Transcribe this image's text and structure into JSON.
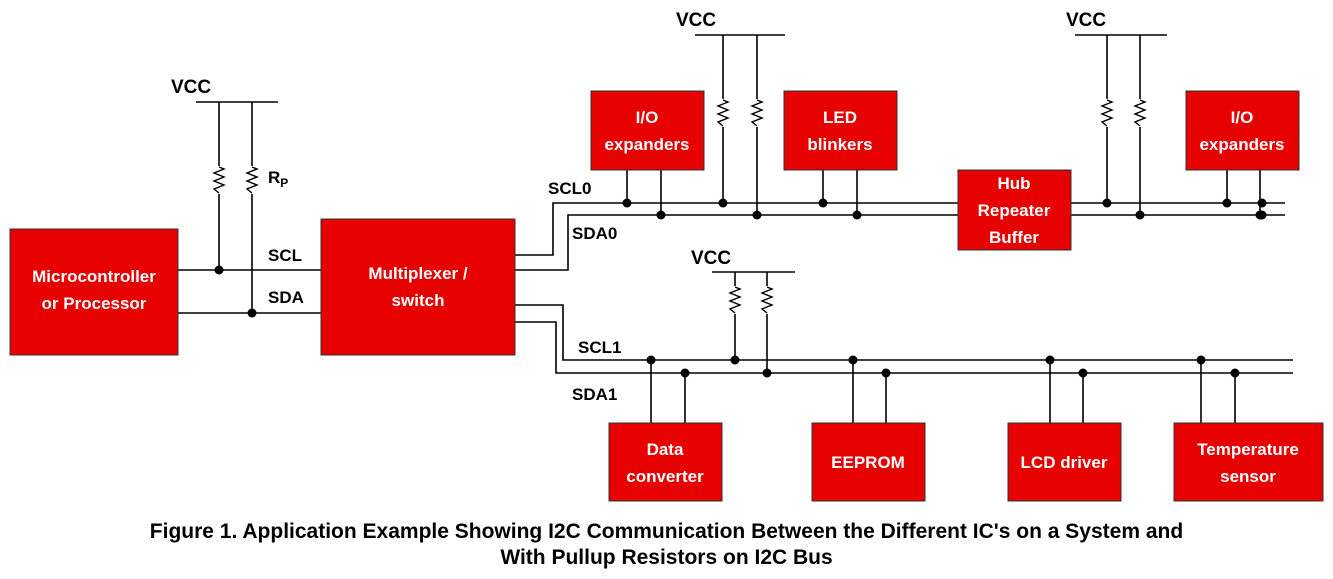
{
  "colors": {
    "block_fill": "#e60000",
    "wire": "#000000",
    "text_on_block": "#ffffff"
  },
  "blocks": {
    "micro": [
      "Microcontroller",
      "or Processor"
    ],
    "mux": [
      "Multiplexer /",
      "switch"
    ],
    "io_left": [
      "I/O",
      "expanders"
    ],
    "led": [
      "LED",
      "blinkers"
    ],
    "hub": [
      "Hub",
      "Repeater",
      "Buffer"
    ],
    "io_right": [
      "I/O",
      "expanders"
    ],
    "data_conv": [
      "Data",
      "converter"
    ],
    "eeprom": [
      "EEPROM"
    ],
    "lcd": [
      "LCD driver"
    ],
    "temp": [
      "Temperature",
      "sensor"
    ]
  },
  "labels": {
    "vcc": "VCC",
    "rp_main": "R",
    "rp_sub": "P",
    "scl": "SCL",
    "sda": "SDA",
    "scl0": "SCL0",
    "sda0": "SDA0",
    "scl1": "SCL1",
    "sda1": "SDA1"
  },
  "caption": {
    "line1": "Figure 1. Application Example Showing I2C Communication Between the Different IC's on a System and",
    "line2": "With Pullup Resistors on I2C Bus"
  }
}
